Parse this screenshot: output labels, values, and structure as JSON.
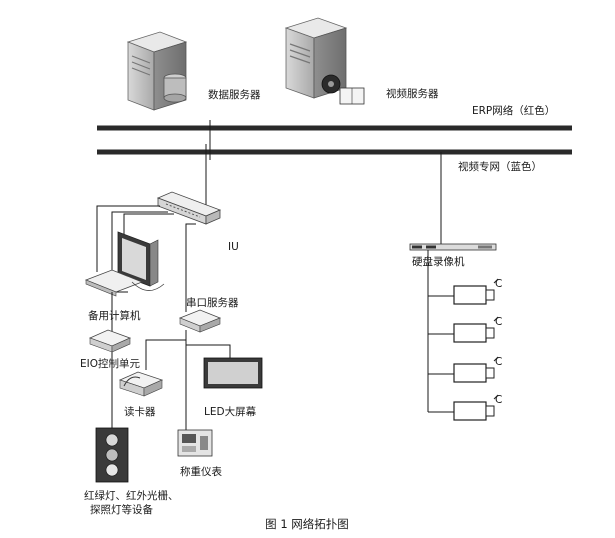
{
  "diagram": {
    "servers": {
      "data_server": "数据服务器",
      "video_server": "视频服务器"
    },
    "networks": {
      "erp": "ERP网络（红色）",
      "video": "视频专网（蓝色）"
    },
    "devices": {
      "iu": "IU",
      "backup_pc": "备用计算机",
      "eio_unit": "EIO控制单元",
      "serial_server": "串口服务器",
      "card_reader": "读卡器",
      "led_screen": "LED大屏幕",
      "scale_meter": "称重仪表",
      "nvr": "硬盘录像机",
      "traffic_light_line1": "红绿灯、红外光栅、",
      "traffic_light_line2": "探照灯等设备"
    },
    "camera_label": "C",
    "caption": "图 1    网络拓扑图"
  },
  "colors": {
    "line": "#1a1a1a",
    "bus": "#2a2a2a",
    "device_fill": "#f2f2f2",
    "device_stroke": "#444444"
  },
  "icons": {
    "server": "server-tower-icon",
    "switch": "network-switch-icon",
    "computer": "desktop-computer-icon",
    "camera": "security-camera-icon",
    "traffic_light": "traffic-light-icon"
  }
}
